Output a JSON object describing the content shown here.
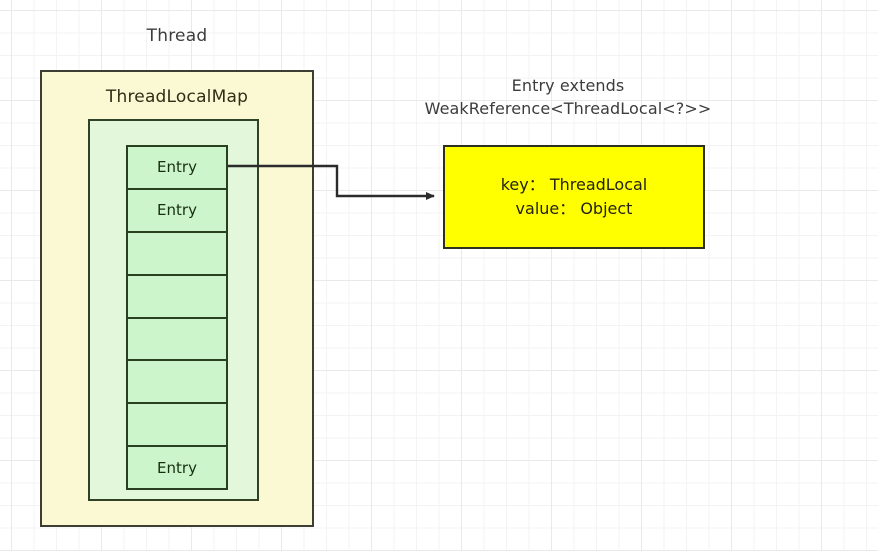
{
  "diagram": {
    "title_label": "Thread",
    "inner_label": "ThreadLocalMap",
    "caption_line1": "Entry extends",
    "caption_line2": "WeakReference<ThreadLocal<?>>",
    "cells": [
      {
        "label": "Entry"
      },
      {
        "label": "Entry"
      },
      {
        "label": ""
      },
      {
        "label": ""
      },
      {
        "label": ""
      },
      {
        "label": ""
      },
      {
        "label": ""
      },
      {
        "label": "Entry"
      }
    ],
    "entry_detail": {
      "key_line": "key： ThreadLocal",
      "value_line": "value： Object"
    },
    "colors": {
      "thread_fill": "#fbf8d4",
      "map_fill": "#e3f8da",
      "cell_fill": "#ccf5cc",
      "entry_detail_fill": "#ffff00",
      "stroke": "#28401f",
      "text": "#3c3c3c",
      "grid": "#e9e9e9"
    },
    "connector": {
      "name": "entry-to-detail-arrow"
    }
  }
}
